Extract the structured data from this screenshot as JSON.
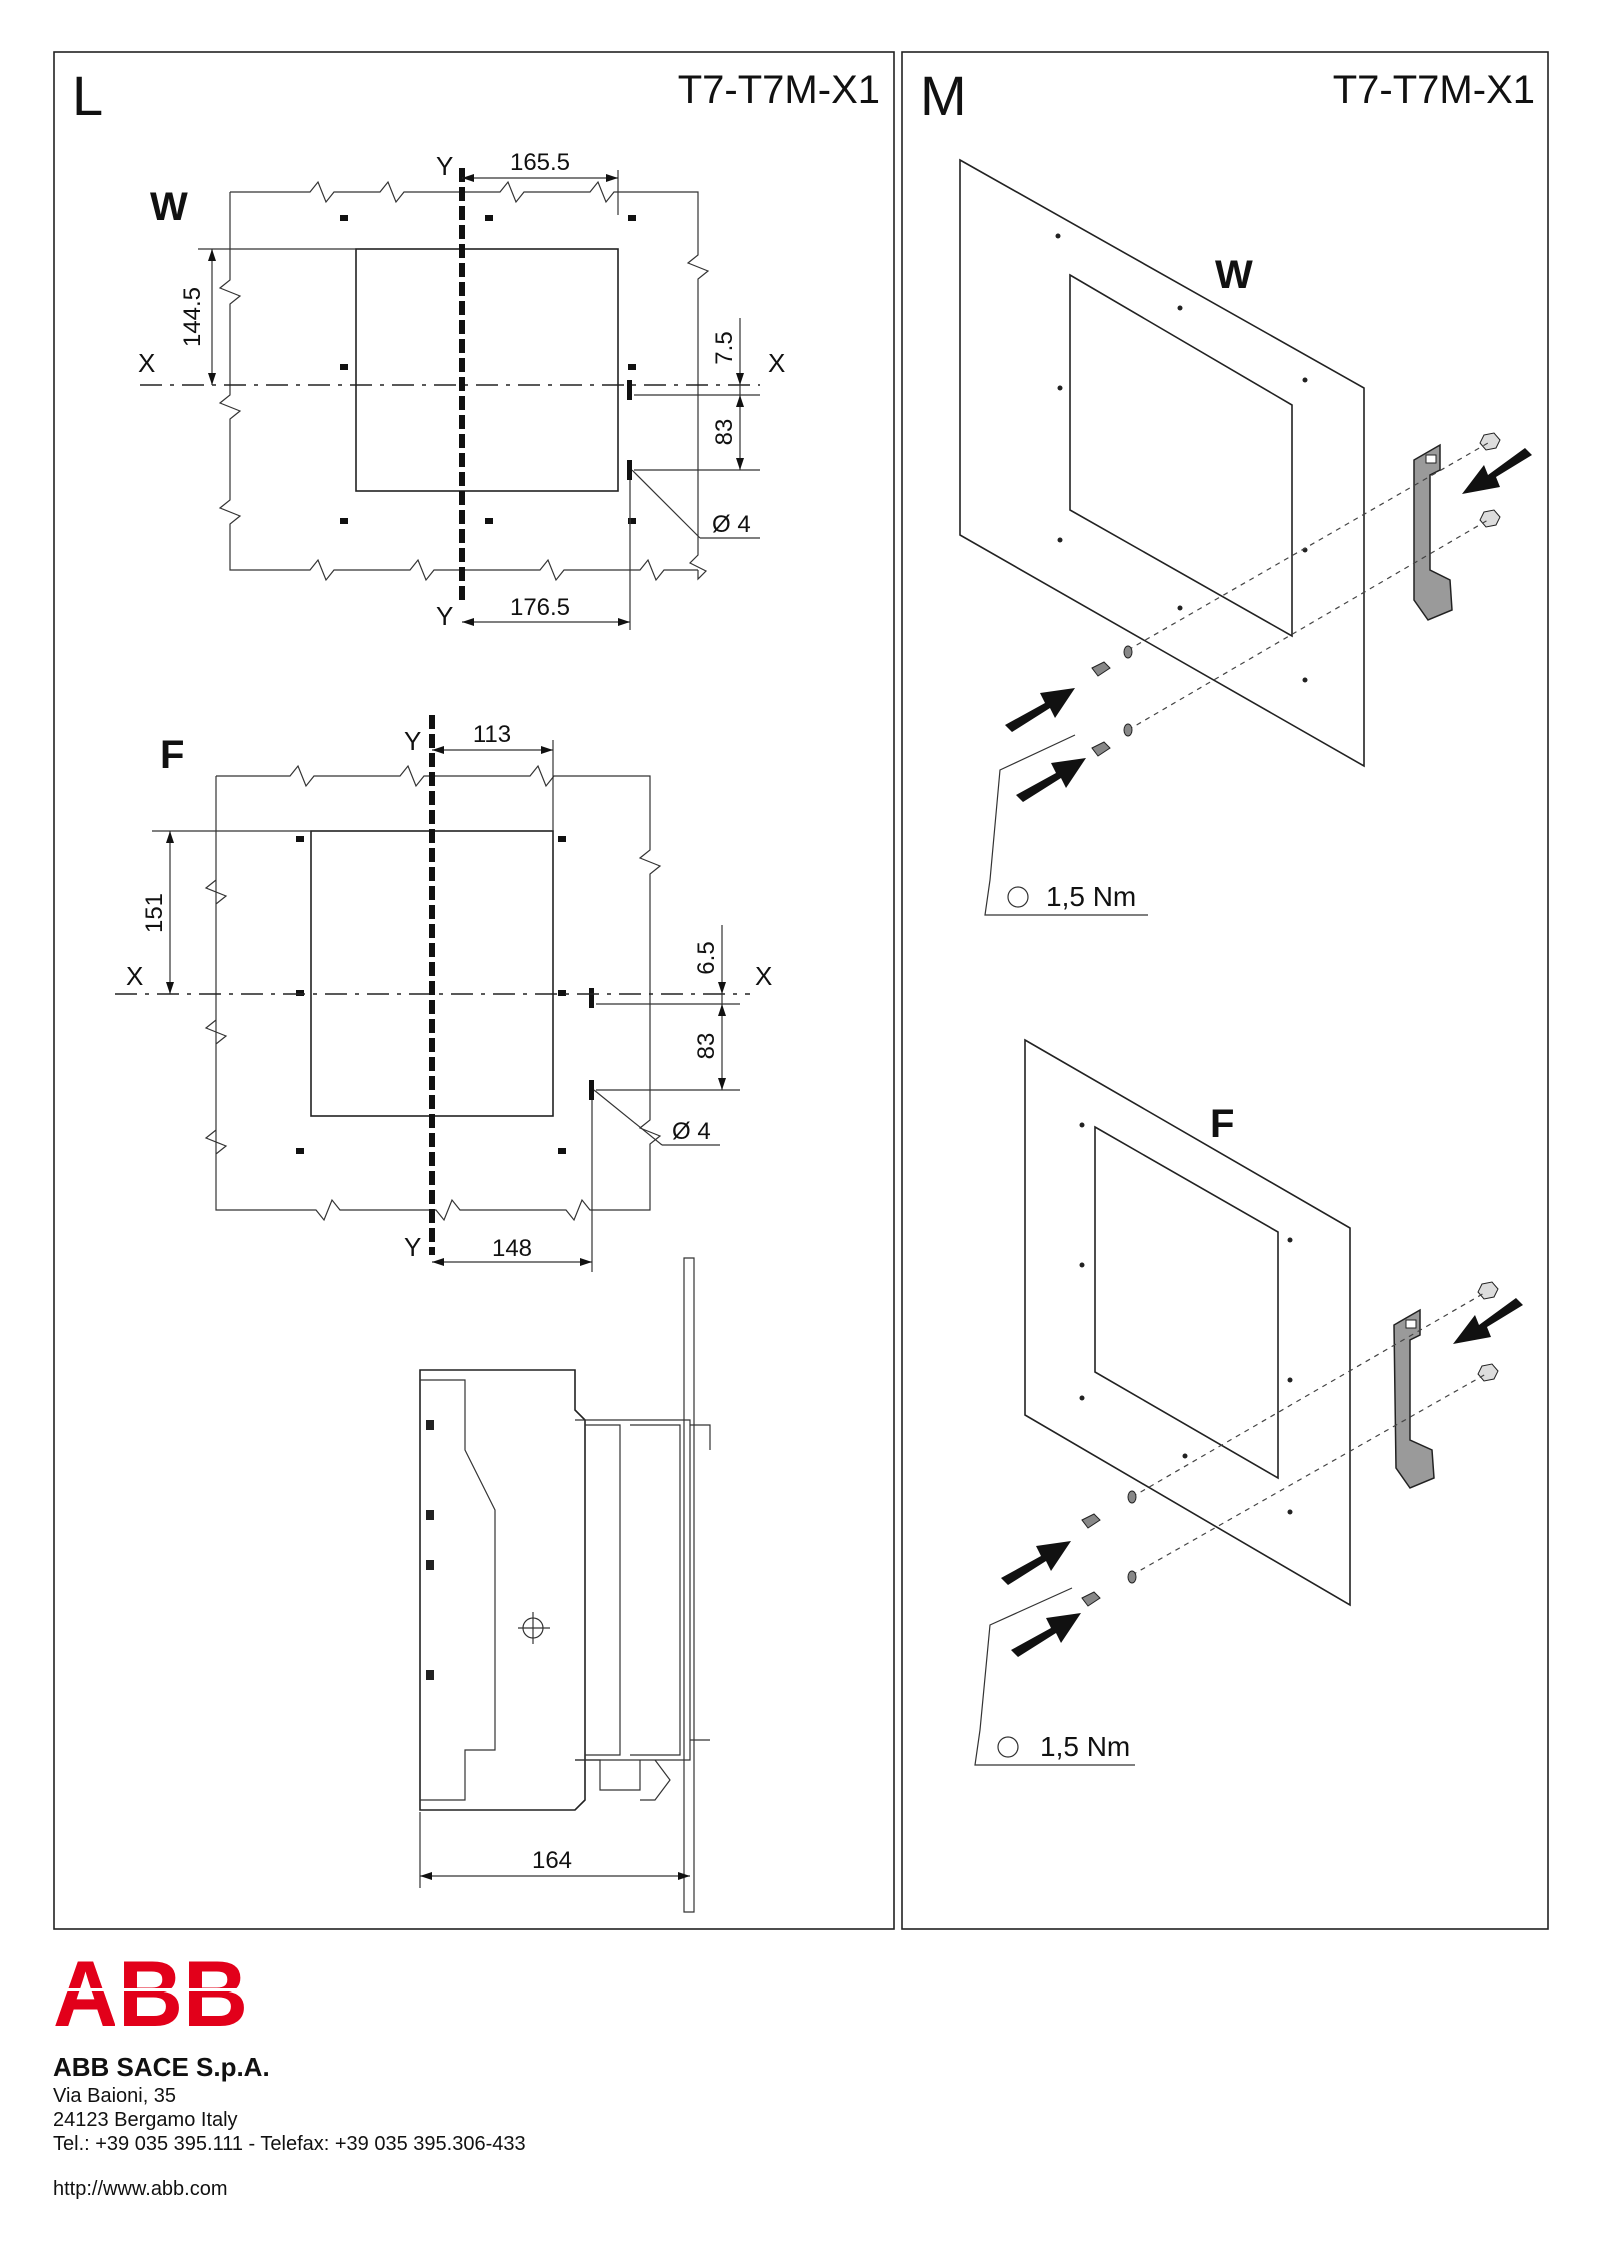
{
  "panels": {
    "left": {
      "letter": "L",
      "model": "T7-T7M-X1",
      "view_w": {
        "label": "W",
        "dim_top": "165.5",
        "dim_bottom": "176.5",
        "dim_left": "144.5",
        "dim_right_small": "7.5",
        "dim_right": "83",
        "hole": "Ø 4",
        "axis_x": "X",
        "axis_y": "Y"
      },
      "view_f": {
        "label": "F",
        "dim_top": "113",
        "dim_bottom": "148",
        "dim_left": "151",
        "dim_right_small": "6.5",
        "dim_right": "83",
        "hole": "Ø 4",
        "axis_x": "X",
        "axis_y": "Y"
      },
      "side_view": {
        "depth": "164"
      }
    },
    "right": {
      "letter": "M",
      "model": "T7-T7M-X1",
      "view_w": {
        "label": "W",
        "torque": "1,5 Nm"
      },
      "view_f": {
        "label": "F",
        "torque": "1,5 Nm"
      }
    }
  },
  "footer": {
    "logo_text": "ABB",
    "brand_color": "#e2001a",
    "company": "ABB SACE S.p.A.",
    "address_line1": "Via Baioni, 35",
    "address_line2": "24123 Bergamo Italy",
    "phone": "Tel.: +39 035 395.111 - Telefax: +39 035 395.306-433",
    "url": "http://www.abb.com"
  }
}
